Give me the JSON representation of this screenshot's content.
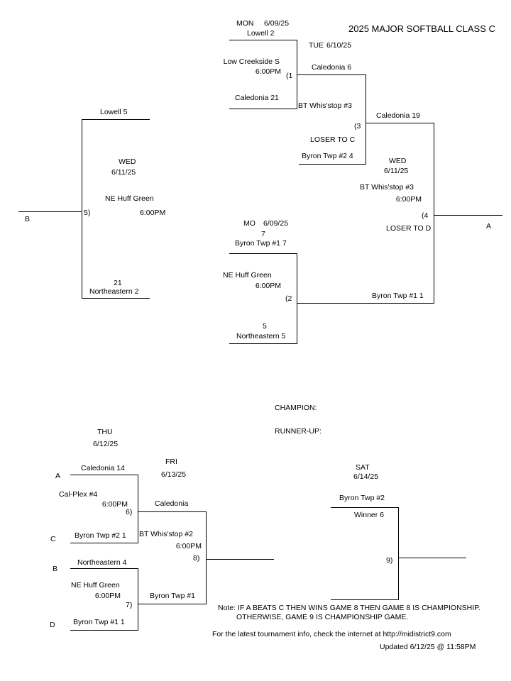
{
  "title": "2025 MAJOR SOFTBALL CLASS C",
  "game1": {
    "day": "MON",
    "date": "6/09/25",
    "top": "Lowell  2",
    "loc": "Low Creekside S",
    "time": "6:00PM",
    "num": "(1",
    "bottom": "Caledonia  21"
  },
  "game2": {
    "day": "MO",
    "date": "6/09/25",
    "top_score": "7",
    "top": "Byron Twp #1  7",
    "loc": "NE Huff Green",
    "time": "6:00PM",
    "num": "(2",
    "bottom_score": "5",
    "bottom": "Northeastern  5"
  },
  "game3": {
    "day": "TUE",
    "date": "6/10/25",
    "top": "Caledonia  6",
    "loc": "BT Whis'stop #3",
    "num": "(3",
    "note": "LOSER TO C",
    "bottom": "Byron Twp #2  4"
  },
  "game4": {
    "day": "WED",
    "date": "6/11/25",
    "top": "Caledonia  19",
    "loc": "BT Whis'stop #3",
    "time": "6:00PM",
    "num": "(4",
    "note": "LOSER TO D",
    "bottom": "Byron Twp #1  1",
    "out_label": "A"
  },
  "game5": {
    "top": "Lowell  5",
    "day": "WED",
    "date": "6/11/25",
    "loc": "NE Huff Green",
    "time": "6:00PM",
    "num": "5)",
    "bottom_score": "21",
    "bottom": "Northeastern  2",
    "out_label": "B"
  },
  "champion_label": "CHAMPION:",
  "runnerup_label": "RUNNER-UP:",
  "game6": {
    "day": "THU",
    "date": "6/12/25",
    "slot_top": "A",
    "top": "Caledonia  14",
    "loc": "Cal-Plex #4",
    "time": "6:00PM",
    "num": "6)",
    "slot_bottom": "C",
    "bottom": "Byron Twp #2  1"
  },
  "game7": {
    "slot_top": "B",
    "top": "Northeastern  4",
    "loc": "NE Huff Green",
    "time": "6:00PM",
    "num": "7)",
    "slot_bottom": "D",
    "bottom": "Byron Twp #1  1"
  },
  "game8": {
    "day": "FRI",
    "date": "6/13/25",
    "top": "Caledonia",
    "loc": "BT Whis'stop #2",
    "time": "6:00PM",
    "num": "8)",
    "bottom": "Byron Twp #1"
  },
  "game9": {
    "day": "SAT",
    "date": "6/14/25",
    "top": "Byron Twp #2",
    "note": "Winner 6",
    "num": "9)"
  },
  "footer": {
    "note_line1": "Note: IF A BEATS C THEN WINS GAME 8 THEN GAME 8 IS CHAMPIONSHIP.",
    "note_line2": "OTHERWISE, GAME 9 IS CHAMPIONSHIP GAME.",
    "info": "For the latest tournament info, check the internet at http://midistrict9.com",
    "updated": "Updated  6/12/25 @ 11:58PM"
  }
}
